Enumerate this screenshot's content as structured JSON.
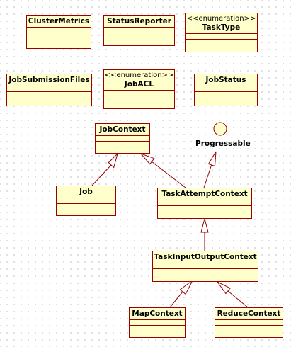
{
  "diagram": {
    "classes": {
      "cluster_metrics": {
        "name": "ClusterMetrics"
      },
      "status_reporter": {
        "name": "StatusReporter"
      },
      "task_type": {
        "name": "TaskType",
        "stereotype": "<<enumeration>>"
      },
      "job_submission_files": {
        "name": "JobSubmissionFiles"
      },
      "job_acl": {
        "name": "JobACL",
        "stereotype": "<<enumeration>>"
      },
      "job_status": {
        "name": "JobStatus"
      },
      "job_context": {
        "name": "JobContext"
      },
      "job": {
        "name": "Job"
      },
      "task_attempt_context": {
        "name": "TaskAttemptContext"
      },
      "task_input_output_context": {
        "name": "TaskInputOutputContext"
      },
      "map_context": {
        "name": "MapContext"
      },
      "reduce_context": {
        "name": "ReduceContext"
      }
    },
    "interfaces": {
      "progressable": {
        "name": "Progressable"
      }
    },
    "colors": {
      "class_fill": "#ffffcc",
      "class_border": "#990000",
      "background": "#ffffff",
      "grid_dot": "#b9b9b9"
    },
    "relations": [
      {
        "from": "Job",
        "to": "JobContext",
        "kind": "generalization"
      },
      {
        "from": "TaskAttemptContext",
        "to": "JobContext",
        "kind": "generalization"
      },
      {
        "from": "TaskAttemptContext",
        "to": "Progressable",
        "kind": "generalization"
      },
      {
        "from": "TaskInputOutputContext",
        "to": "TaskAttemptContext",
        "kind": "generalization"
      },
      {
        "from": "MapContext",
        "to": "TaskInputOutputContext",
        "kind": "generalization"
      },
      {
        "from": "ReduceContext",
        "to": "TaskInputOutputContext",
        "kind": "generalization"
      }
    ]
  }
}
